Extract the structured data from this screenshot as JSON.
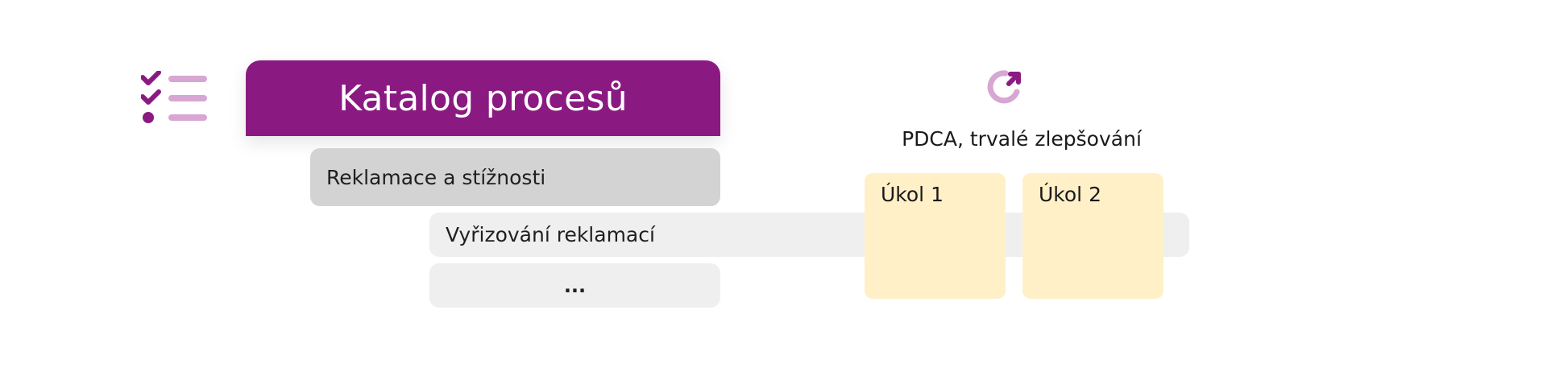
{
  "colors": {
    "brand_purple": "#8a1a82",
    "light_purple": "#d7a6d3",
    "category_bg": "#d3d3d3",
    "process_bg": "#efefef",
    "task_bg": "#fff0c8"
  },
  "icons": {
    "left": "checklist-icon",
    "right": "cycle-refresh-icon"
  },
  "catalog": {
    "title": "Katalog procesů",
    "category": "Reklamace a stížnosti",
    "process": "Vyřizování reklamací",
    "more": "..."
  },
  "improvement": {
    "label": "PDCA, trvalé zlepšování",
    "tasks": [
      "Úkol 1",
      "Úkol 2"
    ]
  }
}
